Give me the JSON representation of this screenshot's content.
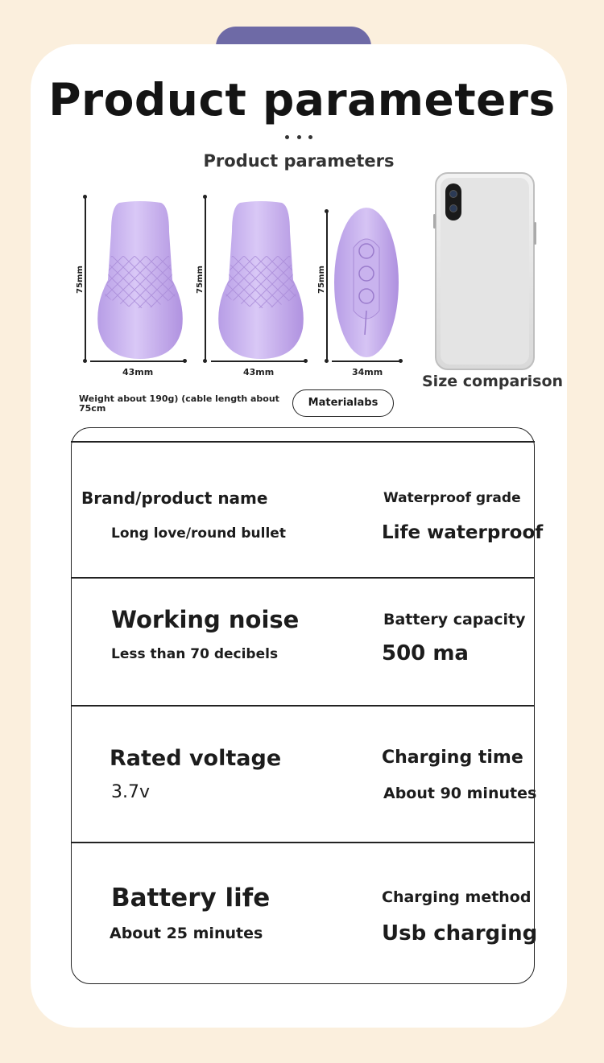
{
  "header": {
    "title": "Product parameters",
    "subtitle": "Product parameters"
  },
  "dimensions": {
    "height_label": "75mm",
    "width_a": "43mm",
    "width_b": "43mm",
    "width_c": "34mm"
  },
  "size_comparison": "Size comparison",
  "weight_note": "Weight about 190g) (cable length about 75cm",
  "material_button": "Materialabs",
  "params": [
    {
      "label": "Brand/product name",
      "value": "Long love/round bullet"
    },
    {
      "label": "Waterproof grade",
      "value": "Life waterproof"
    },
    {
      "label": "Working noise",
      "value": "Less than 70 decibels"
    },
    {
      "label": "Battery capacity",
      "value": "500 ma"
    },
    {
      "label": "Rated voltage",
      "value": "3.7v"
    },
    {
      "label": "Charging time",
      "value": "About 90 minutes"
    },
    {
      "label": "Battery life",
      "value": "About 25 minutes"
    },
    {
      "label": "Charging method",
      "value": "Usb charging"
    }
  ],
  "colors": {
    "background": "#fbefdd",
    "tab": "#6e6aa6",
    "product": "#c9b3ee"
  }
}
